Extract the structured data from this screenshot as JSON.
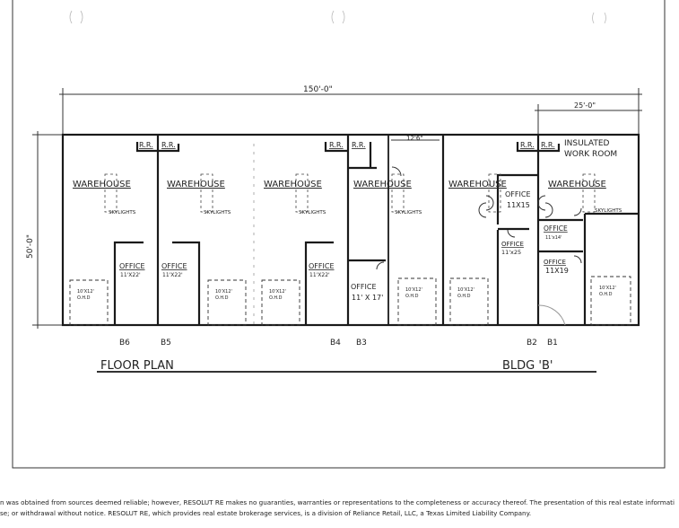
{
  "plan": {
    "overall_width": "150'-0\"",
    "overall_depth": "50'-0\"",
    "end_unit_width": "25'-0\"",
    "corridor_width": "12'6\"",
    "restroom_label": "R.R.",
    "warehouse_label": "WAREHOUSE",
    "skylights_label": "SKYLIGHTS",
    "insulated_label_1": "INSULATED",
    "insulated_label_2": "WORK ROOM",
    "office_label": "OFFICE",
    "offices": [
      {
        "size": "11'X22'"
      },
      {
        "size": "11'X22'"
      },
      {
        "size": "11'X22'"
      },
      {
        "size": "11' X 17'"
      },
      {
        "size": "11X15"
      },
      {
        "size": "11'x25"
      },
      {
        "size": "11'x14'"
      },
      {
        "size": "11X19"
      }
    ],
    "ohd_size": "10'X12'",
    "ohd_label": "O.H.D",
    "units": [
      "B6",
      "B5",
      "B4",
      "B3",
      "B2",
      "B1"
    ],
    "title": "FLOOR PLAN",
    "building": "BLDG 'B'"
  },
  "footer": {
    "line1": "n was obtained from sources deemed reliable; however, RESOLUT RE makes no guaranties, warranties or representations to the completeness or accuracy thereof. The presentation of this real estate informati",
    "line2": "se; or withdrawal without notice. RESOLUT RE, which provides real estate brokerage services, is a division of Reliance Retail, LLC, a Texas Limited Liability Company."
  }
}
